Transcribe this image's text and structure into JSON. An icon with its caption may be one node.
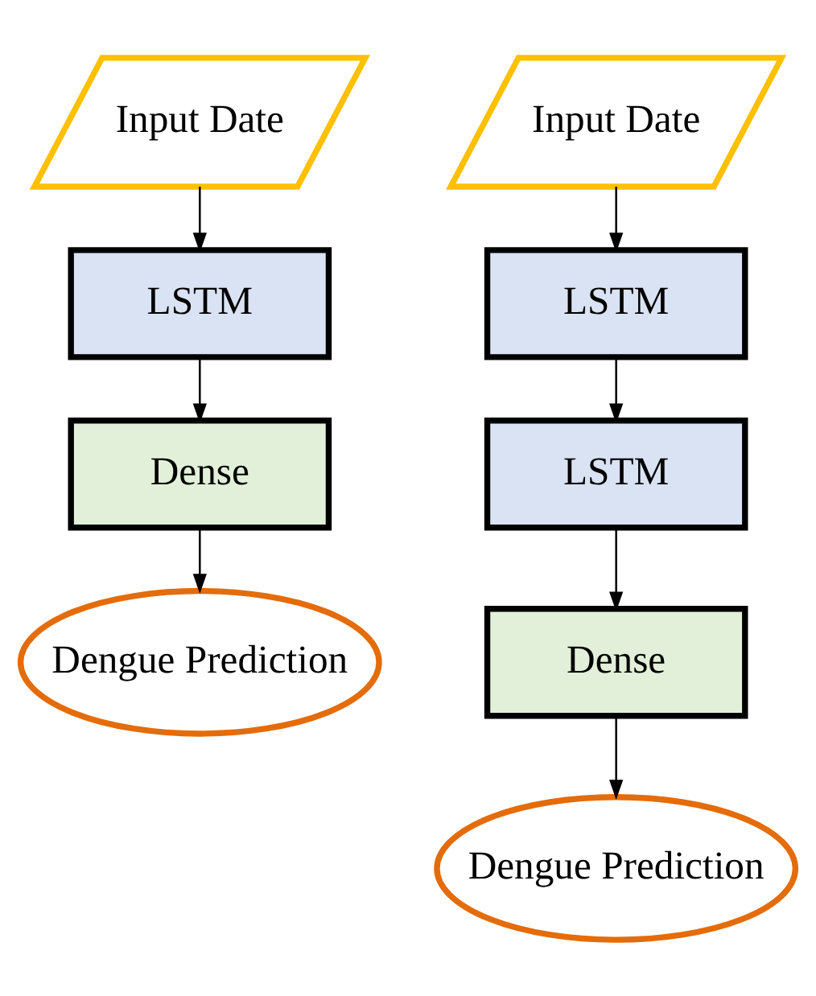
{
  "diagram": {
    "nodes": [
      {
        "text": [
          "Input Date"
        ]
      },
      {
        "text": [
          "LSTM"
        ]
      },
      {
        "text": [
          "Dense"
        ]
      },
      {
        "text": [
          "Dengue Prediction"
        ]
      },
      {
        "text": [
          "Input Date"
        ]
      },
      {
        "text": [
          "LSTM"
        ]
      },
      {
        "text": [
          "LSTM"
        ]
      },
      {
        "text": [
          "Dense"
        ]
      },
      {
        "text": [
          "Dengue Prediction"
        ]
      }
    ],
    "edges": [
      {
        "from": 0,
        "to": 1,
        "arrow": "to"
      },
      {
        "from": 1,
        "to": 2,
        "arrow": "to"
      },
      {
        "from": 2,
        "to": 3,
        "arrow": "to"
      },
      {
        "from": 4,
        "to": 5,
        "arrow": "to"
      },
      {
        "from": 5,
        "to": 6,
        "arrow": "to"
      },
      {
        "from": 6,
        "to": 7,
        "arrow": "to"
      },
      {
        "from": 7,
        "to": 8,
        "arrow": "to"
      }
    ]
  }
}
